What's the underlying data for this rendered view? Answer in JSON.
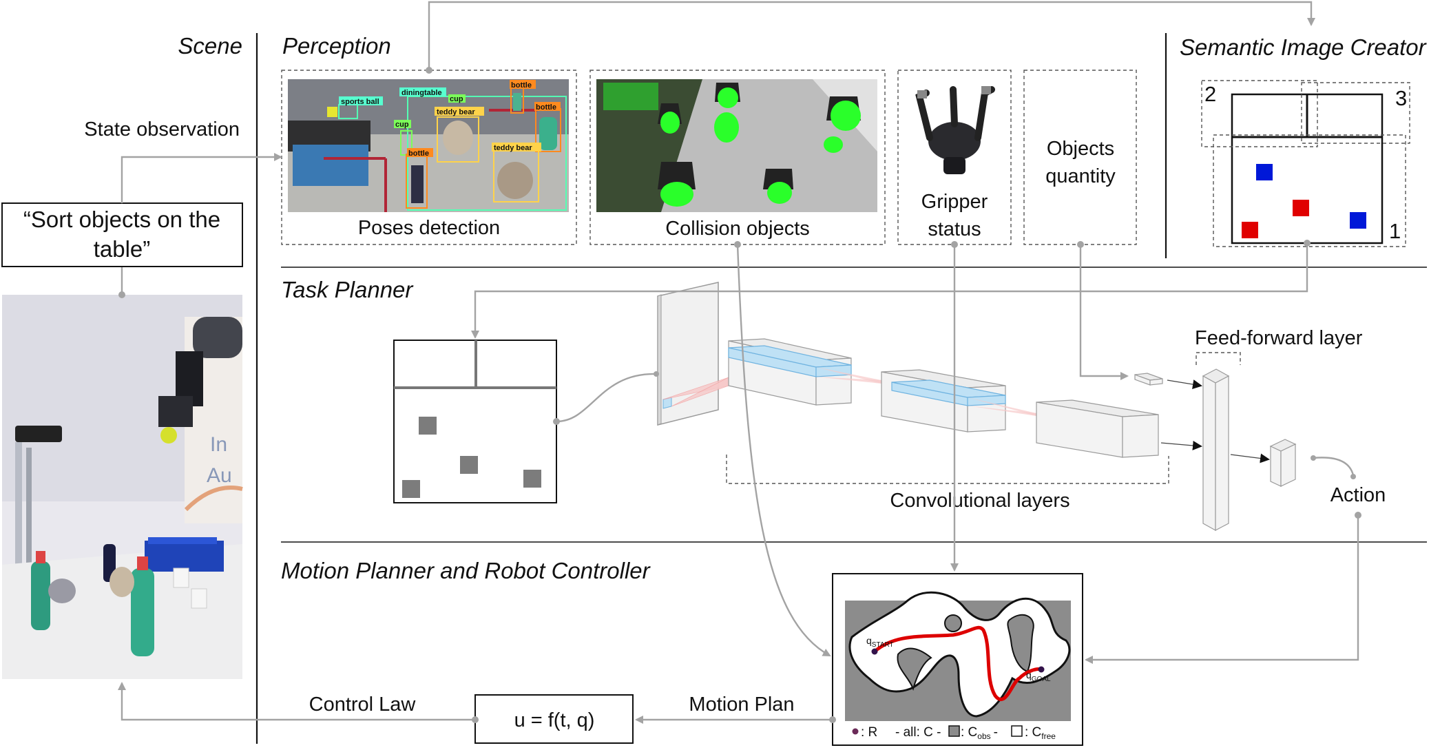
{
  "sections": {
    "scene": "Scene",
    "perception": "Perception",
    "semantic": "Semantic Image Creator",
    "task_planner": "Task Planner",
    "motion": "Motion Planner and Robot Controller"
  },
  "labels": {
    "state_observation": "State observation",
    "instruction_line1": "“Sort objects on the",
    "instruction_line2": "table”",
    "poses_detection": "Poses detection",
    "collision_objects": "Collision objects",
    "gripper_line1": "Gripper",
    "gripper_line2": "status",
    "objects_line1": "Objects",
    "objects_line2": "quantity",
    "feed_forward": "Feed-forward layer",
    "conv_layers": "Convolutional layers",
    "action": "Action",
    "control_law": "Control Law",
    "motion_plan": "Motion Plan",
    "controller_eq": "u = f(t, q)",
    "q_start_main": "q",
    "q_start_sub": "START",
    "q_goal_main": "q",
    "q_goal_sub": "GOAL",
    "legend_r": ": R",
    "legend_all": "- all: C -",
    "legend_obs_main": ": C",
    "legend_obs_sub": "obs",
    "legend_obs_tail": "-",
    "legend_free_main": ": C",
    "legend_free_sub": "free"
  },
  "semantic_regions": [
    "1",
    "2",
    "3"
  ],
  "detections": [
    "sports ball",
    "diningtable",
    "cup",
    "teddy bear",
    "bottle",
    "cup",
    "bottle",
    "bottle",
    "teddy bear"
  ],
  "colors": {
    "arrow": "#a3a3a3",
    "red_object": "#e00000",
    "blue_object": "#0018d8",
    "obstacle_gray": "#8c8c8c",
    "path_red": "#dd0000",
    "green_object": "#2aff2a"
  }
}
